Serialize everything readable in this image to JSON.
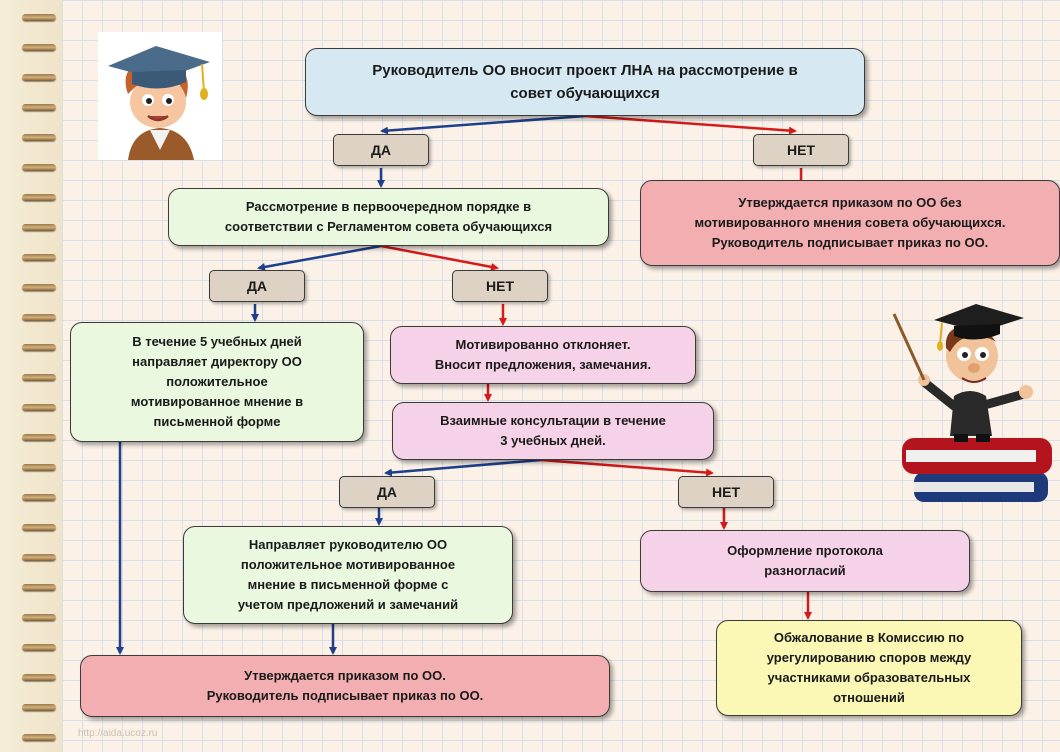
{
  "diagram": {
    "nodes": {
      "start": "Руководитель ОО вносит проект ЛНА на рассмотрение в\nсовет обучающихся",
      "review": "Рассмотрение в первоочередном  порядке  в\nсоответствии с Регламентом совета обучающихся",
      "approve_no_opinion": "Утверждается приказом по ОО без\nмотивированного мнения совета обучающихся.\nРуководитель подписывает  приказ по ОО.",
      "positive_5days": "В течение 5 учебных дней\nнаправляет директору ОО\nположительное\nмотивированное мнение в\nписьменной форме",
      "reject": "Мотивированно отклоняет.\nВносит предложения,  замечания.",
      "consult": "Взаимные консультации в течение\n3 учебных дней.",
      "positive_with_notes": "Направляет руководителю ОО\nположительное мотивированное\nмнение в письменной форме с\nучетом предложений и замечаний",
      "protocol": "Оформление протокола\nразногласий",
      "approve_final": "Утверждается приказом по ОО.\nРуководитель подписывает  приказ по ОО.",
      "appeal": "Обжалование в Комиссию по\nурегулированию споров между\nучастниками образовательных\nотношений"
    },
    "labels": {
      "yes": "ДА",
      "no": "НЕТ"
    },
    "edge_colors": {
      "yes": "#1f3f8c",
      "no": "#d41a1a"
    },
    "watermark": "http://aida.ucoz.ru"
  },
  "illustrations": [
    "student-graduate-icon",
    "professor-on-books-icon"
  ]
}
